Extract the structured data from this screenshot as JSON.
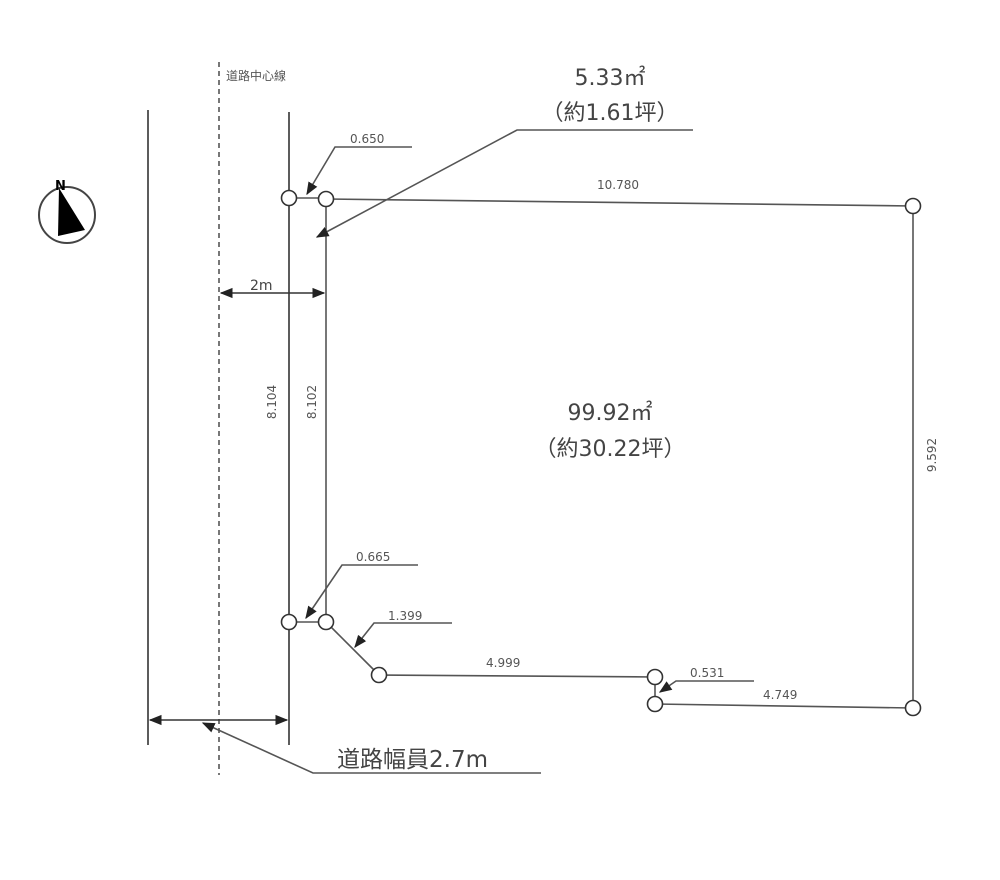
{
  "road": {
    "centerline_label": "道路中心線",
    "width_label": "道路幅員2.7m",
    "setback_label": "2m"
  },
  "compass": {
    "north_label": "N"
  },
  "areas": {
    "setback_area": {
      "sqm": "5.33㎡",
      "tsubo": "（約1.61坪）"
    },
    "lot_area": {
      "sqm": "99.92㎡",
      "tsubo": "（約30.22坪）"
    }
  },
  "dimensions": {
    "top_offset": "0.650",
    "top_edge": "10.780",
    "left_outer": "8.104",
    "left_inner": "8.102",
    "right_edge": "9.592",
    "bottom_offset": "0.665",
    "diagonal": "1.399",
    "bottom_mid": "4.999",
    "step": "0.531",
    "bottom_right": "4.749"
  },
  "colors": {
    "line": "#555555",
    "text": "#444444",
    "background": "#ffffff"
  }
}
